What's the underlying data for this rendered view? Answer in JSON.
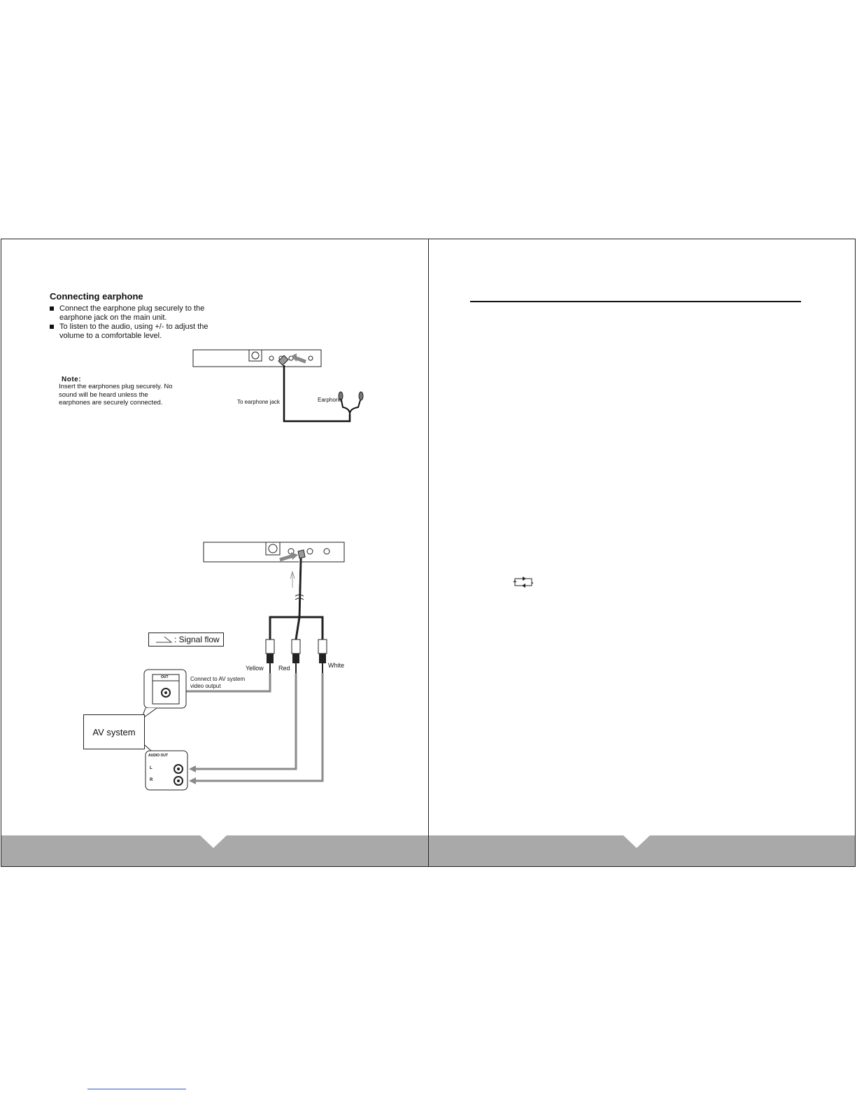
{
  "earphone_section": {
    "heading": "Connecting earphone",
    "bullets": [
      "Connect the earphone plug securely to the earphone jack on the main unit.",
      "To listen to the audio, using +/- to adjust the volume to a comfortable level."
    ],
    "note_label": "Note:",
    "note_text": "Insert the earphones plug securely. No sound will be heard unless the earphones are securely connected.",
    "label_jack": "To earphone jack",
    "label_earphone": "Earphone"
  },
  "av_section": {
    "signal_flow_label": ": Signal flow",
    "label_yellow": "Yellow",
    "label_red": "Red",
    "label_white": "White",
    "video_out_tag": "OUT",
    "connect_note": "Connect to AV system video output",
    "av_system_label": "AV system",
    "audio_out_tag": "AUDIO OUT",
    "channel_l": "L",
    "channel_r": "R"
  },
  "icons": {
    "repeat": "repeat-icon"
  },
  "colors": {
    "footer_band": "#a9a9a9",
    "signal_arrow": "#8a8a8a"
  }
}
